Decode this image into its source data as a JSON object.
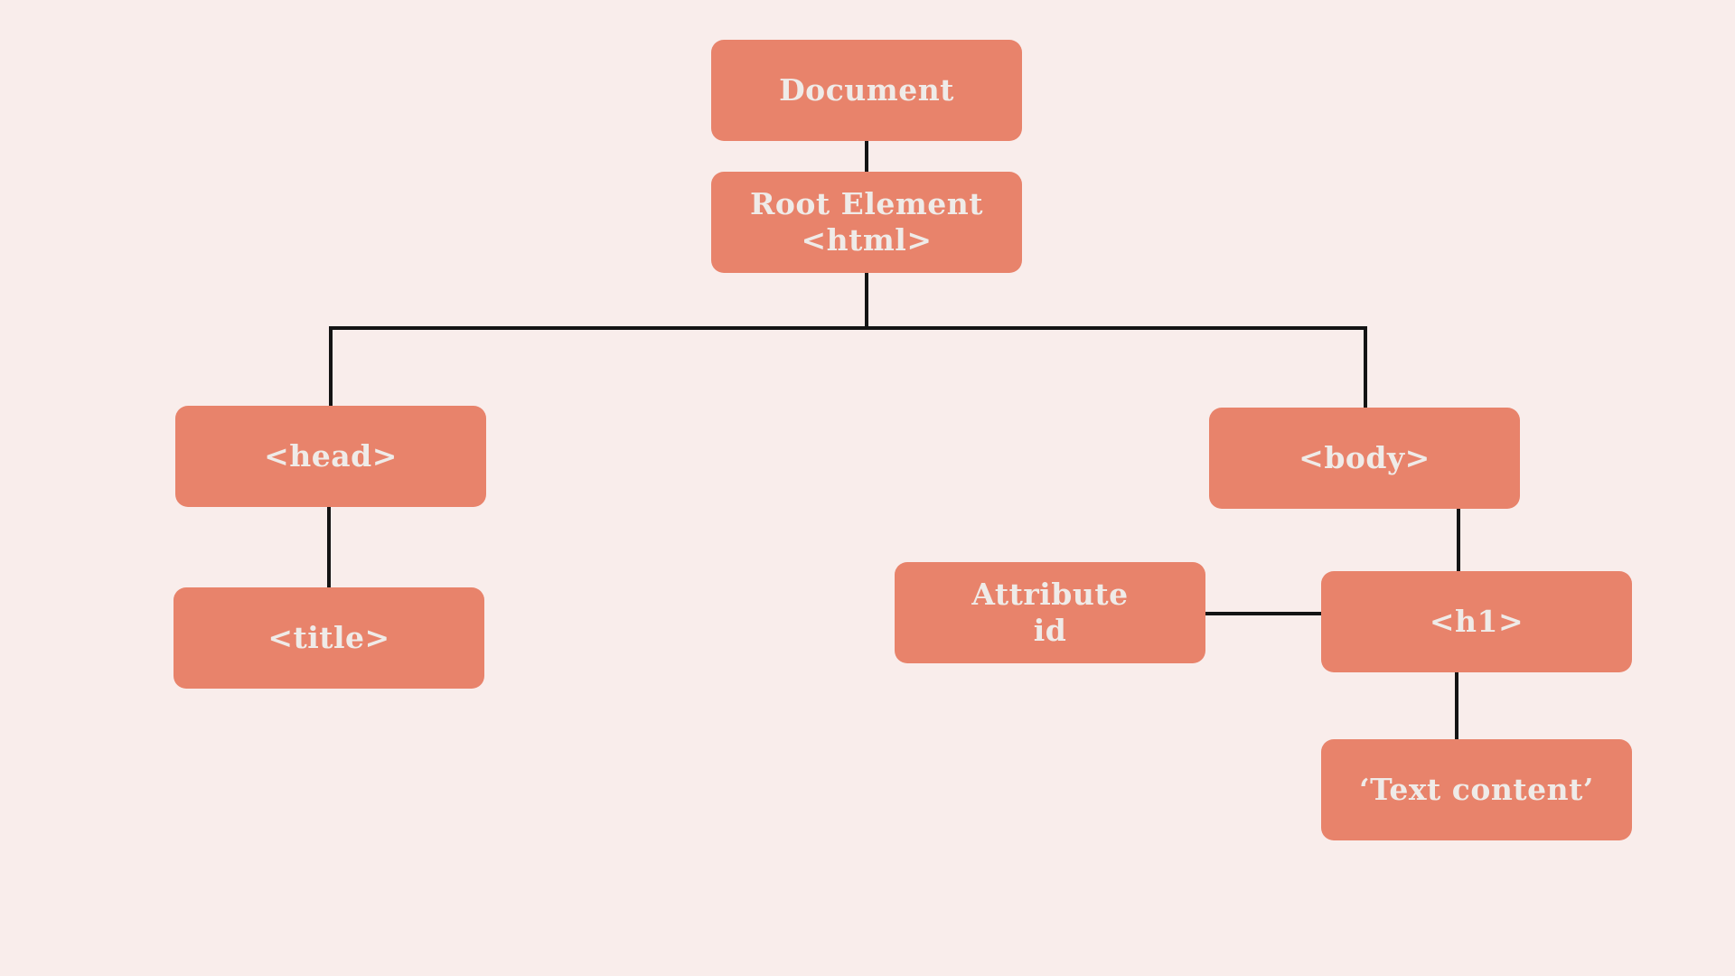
{
  "diagram": {
    "nodes": {
      "document": {
        "label": "Document"
      },
      "root": {
        "label_line1": "Root Element",
        "label_line2": "<html>"
      },
      "head": {
        "label": "<head>"
      },
      "body": {
        "label": "<body>"
      },
      "title": {
        "label": "<title>"
      },
      "attribute": {
        "label_line1": "Attribute",
        "label_line2": "id"
      },
      "h1": {
        "label": "<h1>"
      },
      "text": {
        "label": "‘Text content’"
      }
    },
    "edges": [
      {
        "from": "document",
        "to": "root"
      },
      {
        "from": "root",
        "to": "head"
      },
      {
        "from": "root",
        "to": "body"
      },
      {
        "from": "head",
        "to": "title"
      },
      {
        "from": "body",
        "to": "h1"
      },
      {
        "from": "attribute",
        "to": "h1"
      },
      {
        "from": "h1",
        "to": "text"
      }
    ],
    "colors": {
      "node_fill": "#E8836B",
      "node_text": "#EFEBE8",
      "background": "#F9EDEB",
      "connector": "#141414"
    }
  }
}
